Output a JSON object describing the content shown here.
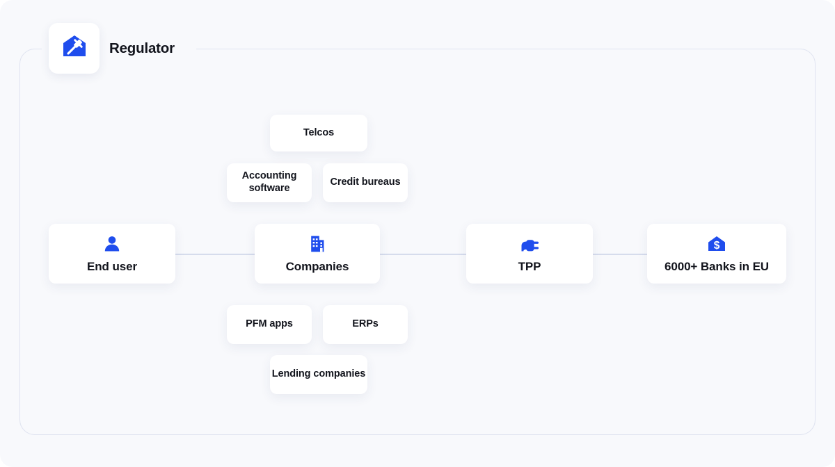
{
  "diagram": {
    "frame_label": "Regulator",
    "frame_icon": "courthouse-gavel-icon",
    "accent_color": "#1f4ded",
    "text_color": "#12141c",
    "background_color": "#f8f9fc",
    "connector_color": "#d6dcec",
    "main_nodes": [
      {
        "id": "end-user",
        "label": "End user",
        "icon": "person-icon"
      },
      {
        "id": "companies",
        "label": "Companies",
        "icon": "office-building-icon"
      },
      {
        "id": "tpp",
        "label": "TPP",
        "icon": "power-plug-icon"
      },
      {
        "id": "banks",
        "label": "6000+ Banks in EU",
        "icon": "bank-dollar-icon"
      }
    ],
    "satellite_nodes_top": [
      {
        "id": "telcos",
        "label": "Telcos"
      },
      {
        "id": "accounting-software",
        "label": "Accounting software"
      },
      {
        "id": "credit-bureaus",
        "label": "Credit bureaus"
      }
    ],
    "satellite_nodes_bottom": [
      {
        "id": "pfm-apps",
        "label": "PFM apps"
      },
      {
        "id": "erps",
        "label": "ERPs"
      },
      {
        "id": "lending-companies",
        "label": "Lending companies"
      }
    ]
  }
}
